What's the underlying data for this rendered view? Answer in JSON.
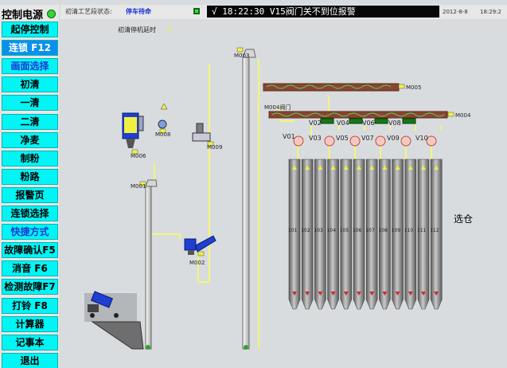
{
  "sidebar": {
    "title": "控制电源",
    "buttons": [
      {
        "label": "起停控制",
        "style": "normal"
      },
      {
        "label": "连锁 F12",
        "style": "blue"
      },
      {
        "label": "画面选择",
        "style": "blue"
      },
      {
        "label": "初清",
        "style": "normal"
      },
      {
        "label": "一清",
        "style": "normal"
      },
      {
        "label": "二清",
        "style": "normal"
      },
      {
        "label": "净麦",
        "style": "normal"
      },
      {
        "label": "制粉",
        "style": "normal"
      },
      {
        "label": "粉路",
        "style": "normal"
      },
      {
        "label": "报警页",
        "style": "normal"
      },
      {
        "label": "连锁选择",
        "style": "normal"
      },
      {
        "label": "快捷方式",
        "style": "blue"
      },
      {
        "label": "故障确认F5",
        "style": "normal"
      },
      {
        "label": "消音 F6",
        "style": "normal"
      },
      {
        "label": "检测故障F7",
        "style": "normal"
      },
      {
        "label": "打铃 F8",
        "style": "normal"
      },
      {
        "label": "计算器",
        "style": "normal"
      },
      {
        "label": "记事本",
        "style": "normal"
      },
      {
        "label": "退出",
        "style": "normal"
      }
    ]
  },
  "topbar": {
    "status_label": "初清工艺段状态:",
    "status_value": "停车待命",
    "alarm_text": "√  18:22:30 V15阀门关不到位报警",
    "date": "2012-8-8",
    "time": "18:29:2"
  },
  "process": {
    "stop_delay_label": "初清停机延时",
    "stop_delay_value": "0",
    "motors": [
      "M003",
      "M005",
      "M004",
      "M006",
      "M008",
      "M009",
      "M001",
      "M002"
    ],
    "m004_label": "M004阀门",
    "valves_top": [
      "V02",
      "V04",
      "V06",
      "V08"
    ],
    "valves_bottom": [
      "V01",
      "V03",
      "V05",
      "V07",
      "V09",
      "V10"
    ],
    "silos": [
      "101",
      "102",
      "103",
      "104",
      "105",
      "106",
      "107",
      "108",
      "109",
      "110",
      "111",
      "112"
    ],
    "silo_area_label": "选仓"
  },
  "colors": {
    "sidebar_button": "#02f4f4",
    "active_button": "#0a90ec",
    "alarm_bg": "#060606",
    "pipe": "#f4f477",
    "silo_dark": "#6b6b6b"
  }
}
